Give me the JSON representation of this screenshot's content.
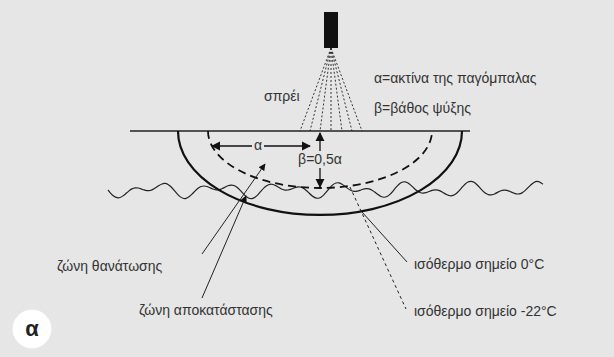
{
  "diagram": {
    "nodes": [
      {
        "text": [
          "α"
        ]
      }
    ],
    "edges": [],
    "labels": [
      "σπρέι",
      "α=ακτίνα της παγόμπαλας",
      "β=βάθος ψύξης",
      "α",
      "β=0,5α",
      "ζώνη θανάτωσης",
      "ζώνη αποκατάστασης",
      "ισόθερμο σημείο 0°C",
      "ισόθερμο σημείο -22°C"
    ]
  }
}
